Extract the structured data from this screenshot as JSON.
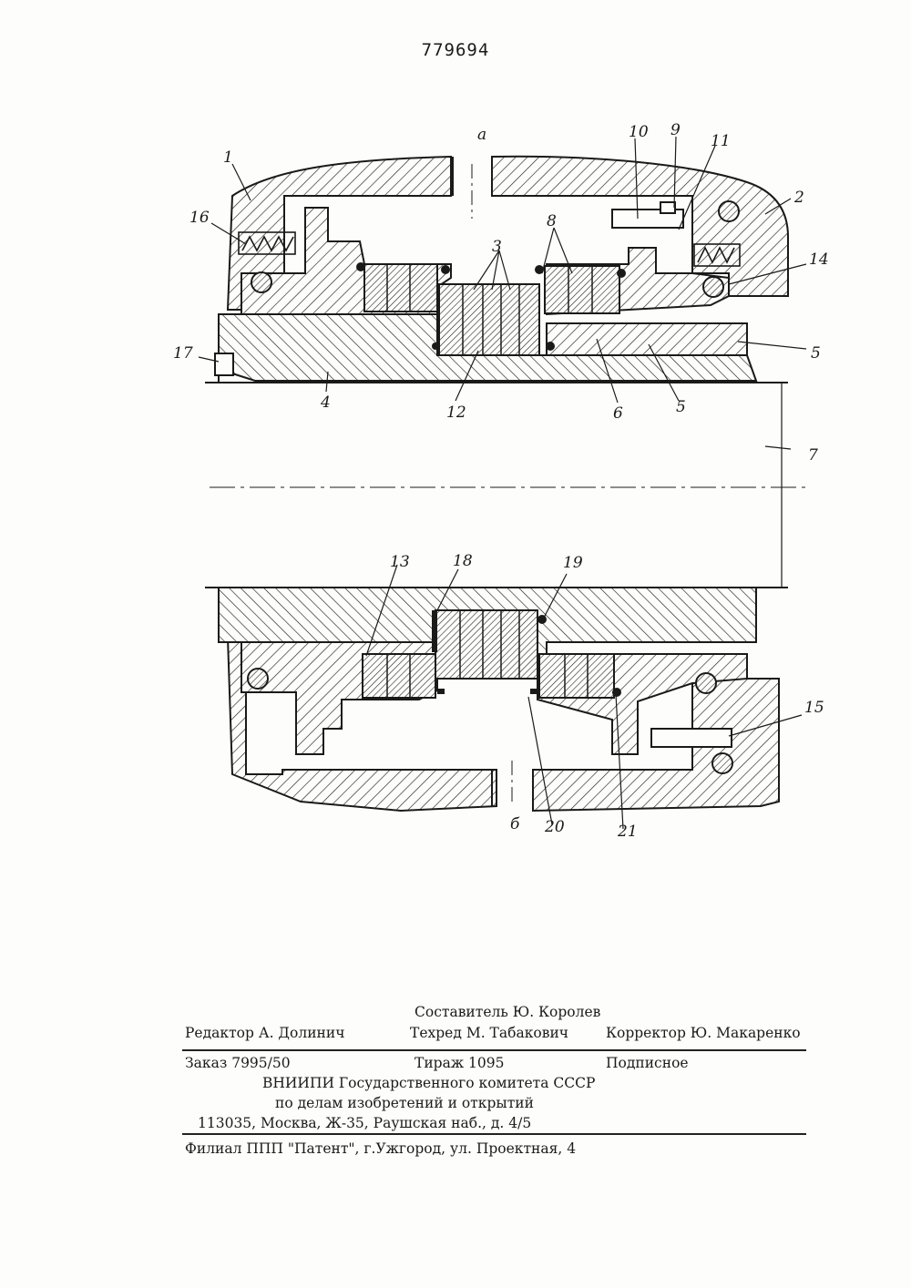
{
  "patent_number": "779694",
  "labels": {
    "a": "а",
    "b": "б",
    "n1": "1",
    "n2": "2",
    "n3": "3",
    "n4": "4",
    "n5a": "5",
    "n5b": "5",
    "n6": "6",
    "n7": "7",
    "n8": "8",
    "n9": "9",
    "n10": "10",
    "n11": "11",
    "n12": "12",
    "n13": "13",
    "n14": "14",
    "n15": "15",
    "n16": "16",
    "n17": "17",
    "n18": "18",
    "n19": "19",
    "n20": "20",
    "n21": "21"
  },
  "footer": {
    "compiler": "Составитель  Ю. Королев",
    "editor": "Редактор  А. Долинич",
    "techred": "Техред М. Табакович",
    "corrector": "Корректор Ю. Макаренко",
    "order": "Заказ 7995/50",
    "circulation": "Тираж 1095",
    "subscription": "Подписное",
    "org_line1": "ВНИИПИ Государственного комитета СССР",
    "org_line2": "по делам изобретений и открытий",
    "address": "113035, Москва, Ж-35, Раушская наб., д. 4/5",
    "branch": "Филиал ППП \"Патент\", г.Ужгород,  ул. Проектная, 4"
  }
}
